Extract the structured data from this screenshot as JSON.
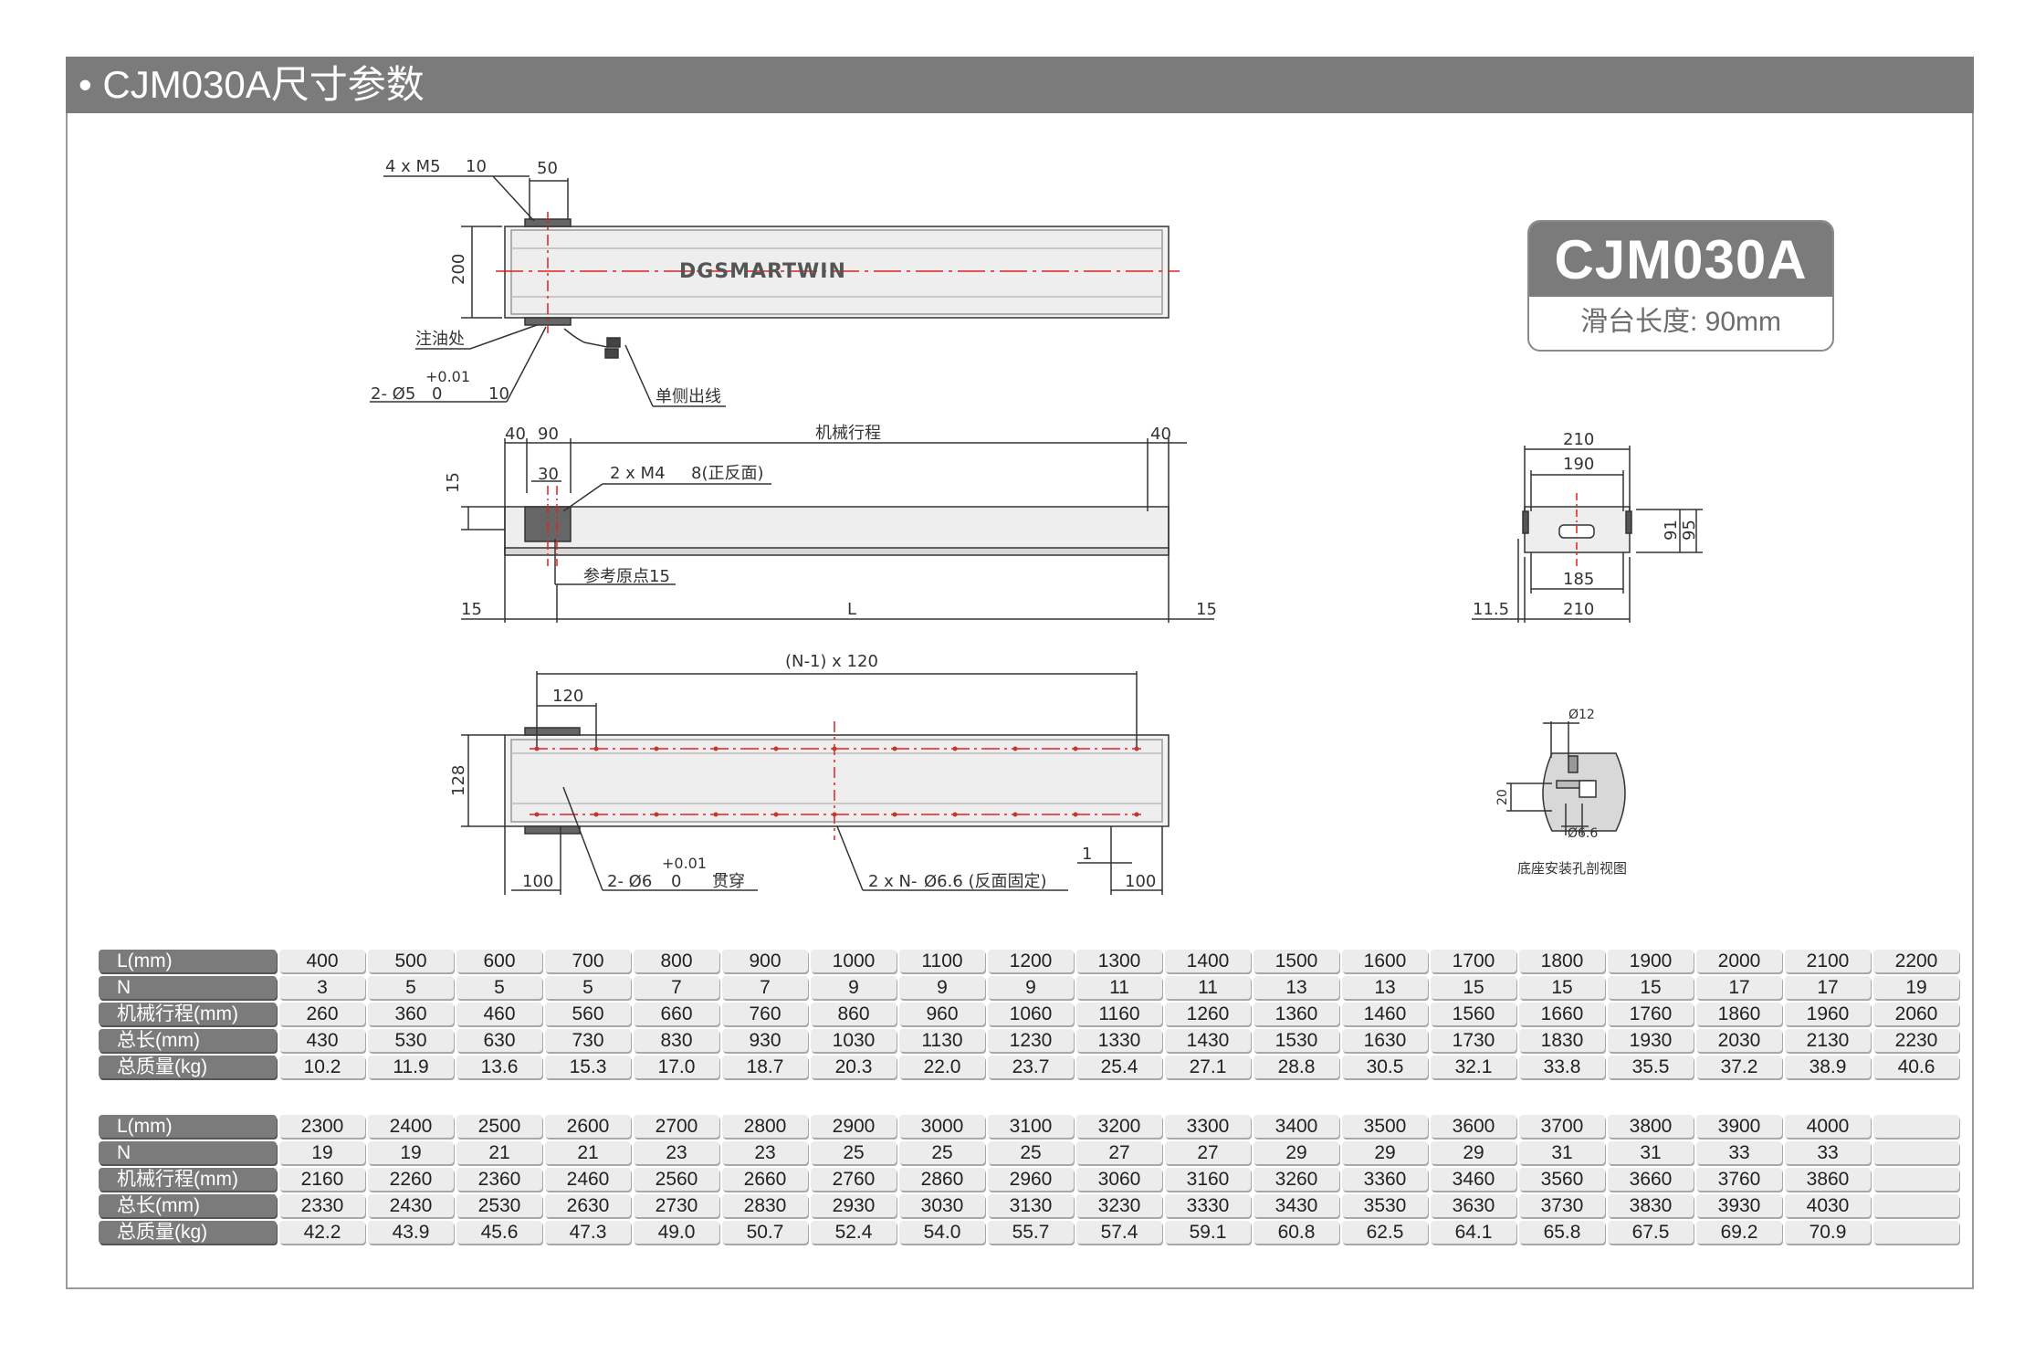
{
  "header": {
    "title": "• CJM030A尺寸参数"
  },
  "model": {
    "name": "CJM030A",
    "slide_length": "滑台长度: 90mm"
  },
  "brand": "DGSMARTWIN",
  "top_view": {
    "screw_holes": "4 x M5",
    "screw_depth": "10",
    "width_50": "50",
    "height_200": "200",
    "oil": "注油处",
    "pin_holes": "2- Ø5",
    "pin_tol": "+0.01",
    "pin_tol2": "0",
    "pin_depth": "10",
    "cable": "单侧出线"
  },
  "side_view": {
    "d40a": "40",
    "d90": "90",
    "stroke": "机械行程",
    "d40b": "40",
    "d15": "15",
    "d30": "30",
    "thread": "2 x M4",
    "thread_depth": "8(正反面)",
    "origin": "参考原点15",
    "left15": "15",
    "L": "L",
    "right15": "15"
  },
  "bottom_view": {
    "pitch": "(N-1) x 120",
    "d120": "120",
    "d128": "128",
    "d100a": "100",
    "through": "2- Ø6",
    "tol_a": "+0.01",
    "tol_b": "0",
    "through_label": "贯穿",
    "fix": "2 x N-",
    "fix_dim": "Ø6.6 (反面固定)",
    "d1": "1",
    "d100b": "100"
  },
  "end_view": {
    "w210a": "210",
    "w190": "190",
    "h91": "91",
    "h95": "95",
    "w185": "185",
    "off": "11.5",
    "w210b": "210"
  },
  "section_view": {
    "d12": "Ø12",
    "d20": "20",
    "d66": "Ø6.6",
    "caption": "底座安装孔剖视图"
  },
  "table1": {
    "rows": [
      {
        "label": "L(mm)",
        "values": [
          "400",
          "500",
          "600",
          "700",
          "800",
          "900",
          "1000",
          "1100",
          "1200",
          "1300",
          "1400",
          "1500",
          "1600",
          "1700",
          "1800",
          "1900",
          "2000",
          "2100",
          "2200"
        ]
      },
      {
        "label": "N",
        "values": [
          "3",
          "5",
          "5",
          "5",
          "7",
          "7",
          "9",
          "9",
          "9",
          "11",
          "11",
          "13",
          "13",
          "15",
          "15",
          "15",
          "17",
          "17",
          "19"
        ]
      },
      {
        "label": "机械行程(mm)",
        "values": [
          "260",
          "360",
          "460",
          "560",
          "660",
          "760",
          "860",
          "960",
          "1060",
          "1160",
          "1260",
          "1360",
          "1460",
          "1560",
          "1660",
          "1760",
          "1860",
          "1960",
          "2060"
        ]
      },
      {
        "label": "总长(mm)",
        "values": [
          "430",
          "530",
          "630",
          "730",
          "830",
          "930",
          "1030",
          "1130",
          "1230",
          "1330",
          "1430",
          "1530",
          "1630",
          "1730",
          "1830",
          "1930",
          "2030",
          "2130",
          "2230"
        ]
      },
      {
        "label": "总质量(kg)",
        "values": [
          "10.2",
          "11.9",
          "13.6",
          "15.3",
          "17.0",
          "18.7",
          "20.3",
          "22.0",
          "23.7",
          "25.4",
          "27.1",
          "28.8",
          "30.5",
          "32.1",
          "33.8",
          "35.5",
          "37.2",
          "38.9",
          "40.6"
        ]
      }
    ]
  },
  "table2": {
    "rows": [
      {
        "label": "L(mm)",
        "values": [
          "2300",
          "2400",
          "2500",
          "2600",
          "2700",
          "2800",
          "2900",
          "3000",
          "3100",
          "3200",
          "3300",
          "3400",
          "3500",
          "3600",
          "3700",
          "3800",
          "3900",
          "4000",
          ""
        ]
      },
      {
        "label": "N",
        "values": [
          "19",
          "19",
          "21",
          "21",
          "23",
          "23",
          "25",
          "25",
          "25",
          "27",
          "27",
          "29",
          "29",
          "29",
          "31",
          "31",
          "33",
          "33",
          ""
        ]
      },
      {
        "label": "机械行程(mm)",
        "values": [
          "2160",
          "2260",
          "2360",
          "2460",
          "2560",
          "2660",
          "2760",
          "2860",
          "2960",
          "3060",
          "3160",
          "3260",
          "3360",
          "3460",
          "3560",
          "3660",
          "3760",
          "3860",
          ""
        ]
      },
      {
        "label": "总长(mm)",
        "values": [
          "2330",
          "2430",
          "2530",
          "2630",
          "2730",
          "2830",
          "2930",
          "3030",
          "3130",
          "3230",
          "3330",
          "3430",
          "3530",
          "3630",
          "3730",
          "3830",
          "3930",
          "4030",
          ""
        ]
      },
      {
        "label": "总质量(kg)",
        "values": [
          "42.2",
          "43.9",
          "45.6",
          "47.3",
          "49.0",
          "50.7",
          "52.4",
          "54.0",
          "55.7",
          "57.4",
          "59.1",
          "60.8",
          "62.5",
          "64.1",
          "65.8",
          "67.5",
          "69.2",
          "70.9",
          ""
        ]
      }
    ]
  }
}
